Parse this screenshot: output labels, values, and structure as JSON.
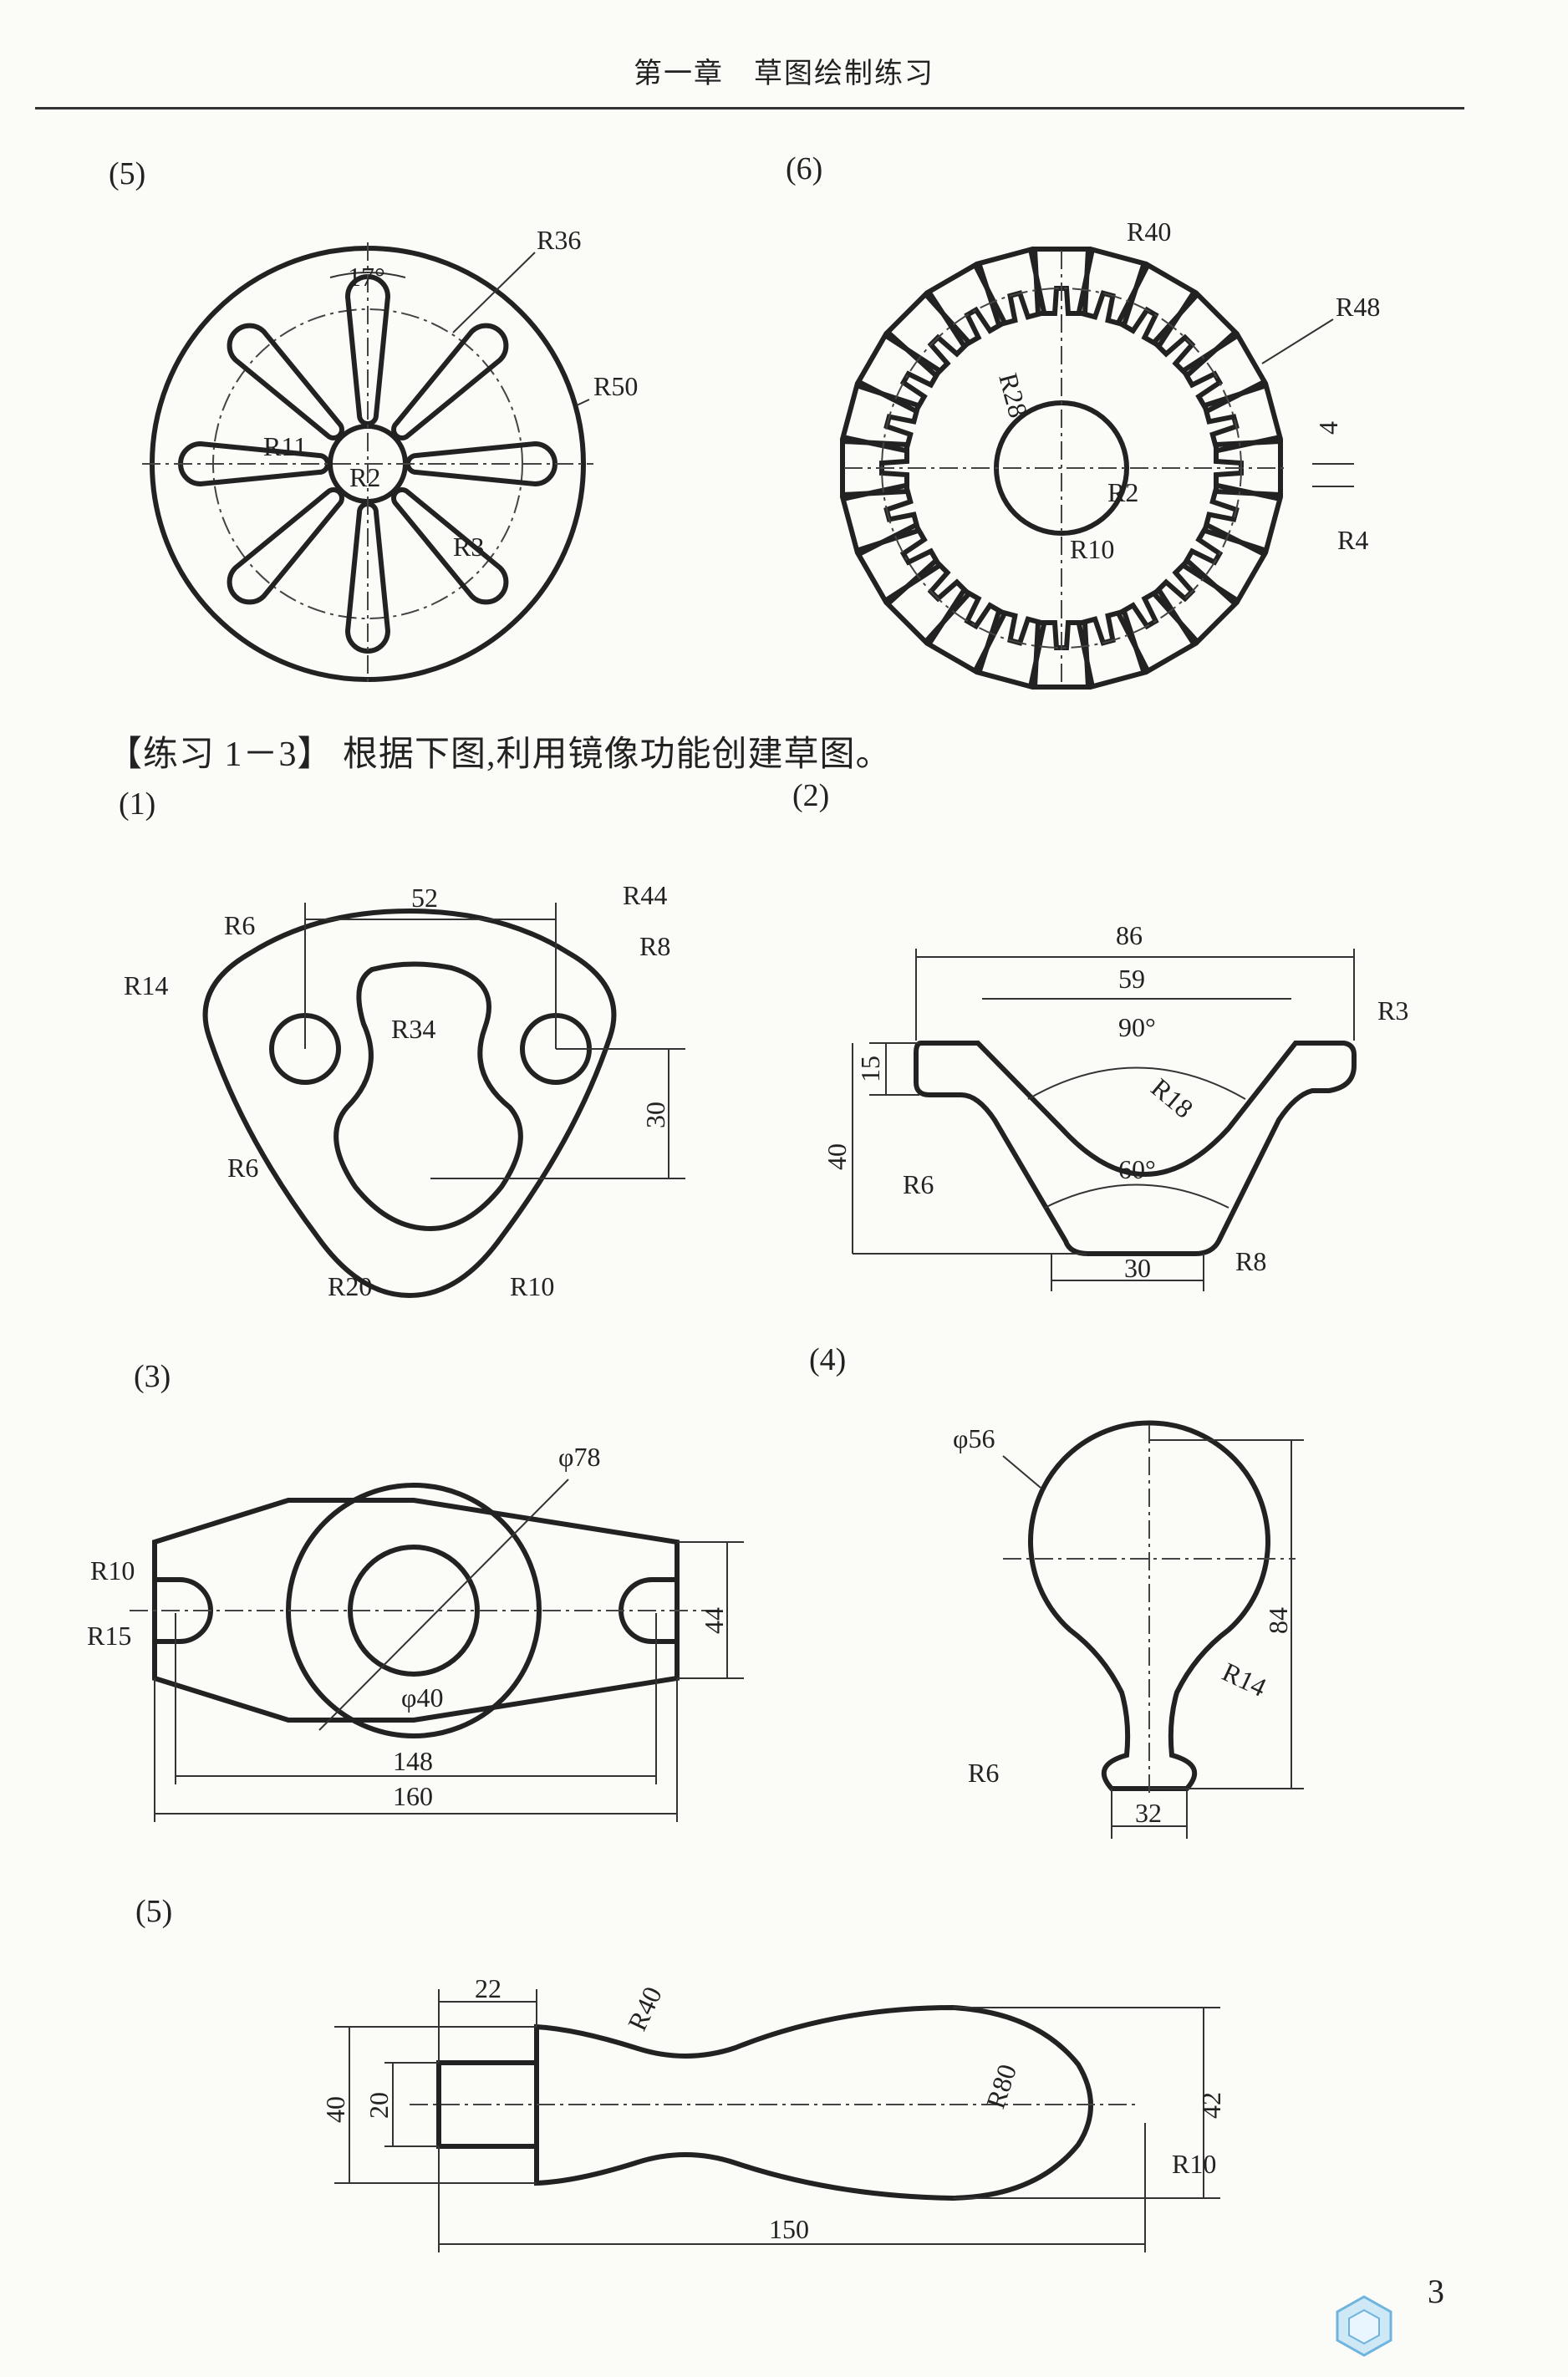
{
  "header": {
    "title": "第一章　草图绘制练习"
  },
  "page_number": "3",
  "section_prev": {
    "fig5": {
      "label": "(5)",
      "dims": {
        "angle": "17°",
        "r36": "R36",
        "r50": "R50",
        "r11": "R11",
        "r2": "R2",
        "r3": "R3"
      }
    },
    "fig6": {
      "label": "(6)",
      "dims": {
        "r40": "R40",
        "r48": "R48",
        "r28": "R28",
        "d4": "4",
        "r2": "R2",
        "r4": "R4",
        "r10": "R10"
      }
    }
  },
  "exercise": {
    "title": "【练习 1－3】 根据下图,利用镜像功能创建草图。",
    "fig1": {
      "label": "(1)",
      "dims": {
        "w52": "52",
        "r44": "R44",
        "r6a": "R6",
        "r8": "R8",
        "r14": "R14",
        "r34": "R34",
        "h30": "30",
        "r6b": "R6",
        "r20": "R20",
        "r10": "R10"
      }
    },
    "fig2": {
      "label": "(2)",
      "dims": {
        "w86": "86",
        "w59": "59",
        "r3": "R3",
        "a90": "90°",
        "h15": "15",
        "r18": "R18",
        "h40": "40",
        "r6": "R6",
        "a60": "60°",
        "r8": "R8",
        "w30": "30"
      }
    },
    "fig3": {
      "label": "(3)",
      "dims": {
        "d78": "φ78",
        "r10": "R10",
        "r15": "R15",
        "h44": "44",
        "d40": "φ40",
        "w148": "148",
        "w160": "160"
      }
    },
    "fig4": {
      "label": "(4)",
      "dims": {
        "d56": "φ56",
        "h84": "84",
        "r14": "R14",
        "r6": "R6",
        "w32": "32"
      }
    },
    "fig5": {
      "label": "(5)",
      "dims": {
        "r40": "R40",
        "w22": "22",
        "r80": "R80",
        "h40": "40",
        "h20": "20",
        "h42": "42",
        "r10": "R10",
        "w150": "150"
      }
    }
  }
}
